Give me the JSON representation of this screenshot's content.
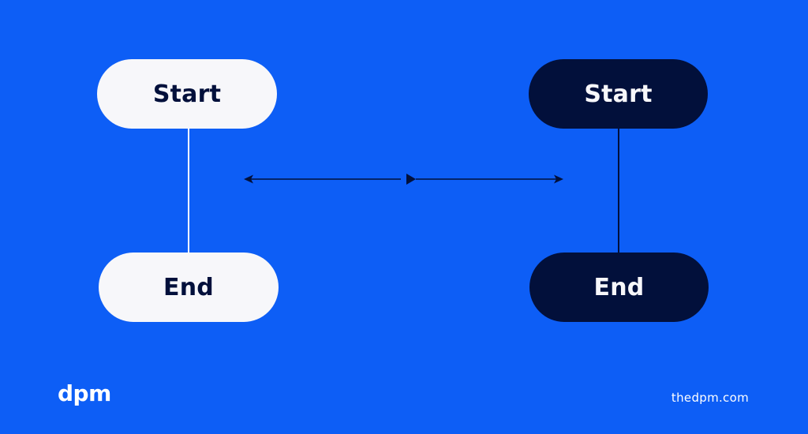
{
  "colors": {
    "background": "#0D5EF6",
    "light_node_fill": "#F7F7FA",
    "dark_node_fill": "#02103B",
    "light_connector": "#FFFFFF",
    "dark_connector": "#02103B",
    "arrow": "#02103B",
    "brand_text": "#FFFFFF"
  },
  "left_flow": {
    "start_label": "Start",
    "end_label": "End"
  },
  "right_flow": {
    "start_label": "Start",
    "end_label": "End"
  },
  "branding": {
    "logo_text": "dpm",
    "site": "thedpm.com"
  }
}
